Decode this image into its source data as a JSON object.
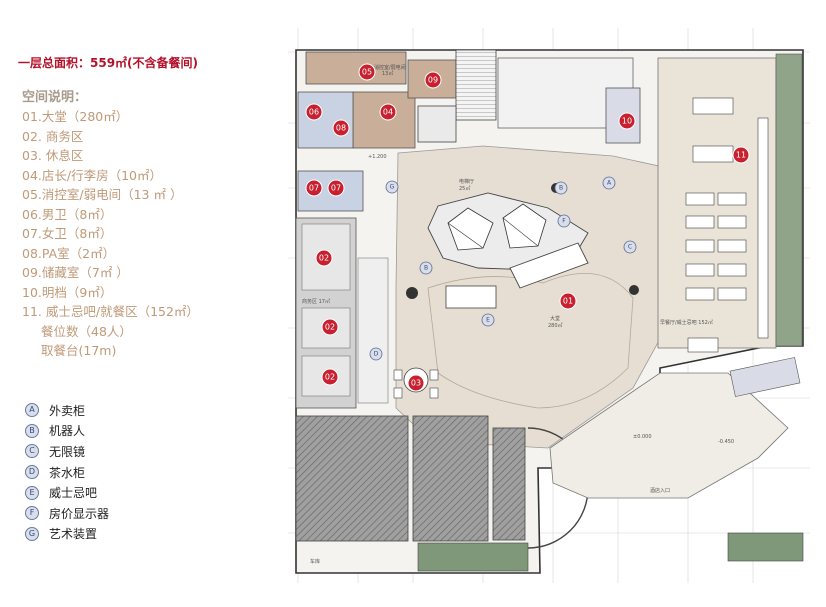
{
  "title": "一层总面积：559㎡(不含备餐间)",
  "legend_heading": "空间说明：",
  "spaces": [
    {
      "text": "01.大堂（280㎡）"
    },
    {
      "text": "02. 商务区"
    },
    {
      "text": "03. 休息区"
    },
    {
      "text": "04.店长/行李房（10㎡）"
    },
    {
      "text": "05.消控室/弱电间（13 ㎡ ）"
    },
    {
      "text": "06.男卫（8㎡）"
    },
    {
      "text": "07.女卫（8㎡）"
    },
    {
      "text": "08.PA室（2㎡）"
    },
    {
      "text": "09.储藏室（7㎡ ）"
    },
    {
      "text": "10.明档（9㎡）"
    },
    {
      "text": "11. 威士忌吧/就餐区（152㎡）"
    },
    {
      "text": "餐位数（48人）"
    },
    {
      "text": "取餐台(17m)"
    }
  ],
  "icon_legend": [
    {
      "letter": "A",
      "label": "外卖柜"
    },
    {
      "letter": "B",
      "label": "机器人"
    },
    {
      "letter": "C",
      "label": "无限镜"
    },
    {
      "letter": "D",
      "label": "茶水柜"
    },
    {
      "letter": "E",
      "label": "威士忌吧"
    },
    {
      "letter": "F",
      "label": "房价显示器"
    },
    {
      "letter": "G",
      "label": "艺术装置"
    }
  ],
  "plan": {
    "room_labels": {
      "elevator_hall": "电梯厅",
      "elevator_hall_area": "25㎡",
      "lobby": "大堂",
      "lobby_area": "280㎡",
      "dining": "早餐厅/威士忌吧 152㎡",
      "control_room": "消控室/弱电间",
      "control_room_area": "13㎡",
      "business": "商务区 17㎡",
      "entrance": "酒店入口",
      "parking": "车库",
      "level_1": "±0.000",
      "level_2": "+1.200",
      "level_3": "-0.450"
    },
    "markers": [
      {
        "label": "01"
      },
      {
        "label": "02"
      },
      {
        "label": "02"
      },
      {
        "label": "02"
      },
      {
        "label": "03"
      },
      {
        "label": "04"
      },
      {
        "label": "05"
      },
      {
        "label": "06"
      },
      {
        "label": "07"
      },
      {
        "label": "07"
      },
      {
        "label": "08"
      },
      {
        "label": "09"
      },
      {
        "label": "10"
      },
      {
        "label": "11"
      }
    ],
    "icon_markers": [
      {
        "letter": "A"
      },
      {
        "letter": "B"
      },
      {
        "letter": "B"
      },
      {
        "letter": "C"
      },
      {
        "letter": "D"
      },
      {
        "letter": "E"
      },
      {
        "letter": "F"
      },
      {
        "letter": "G"
      }
    ]
  },
  "colors": {
    "title": "#b3122a",
    "list_text": "#c09a78",
    "marker_red": "#c8202f",
    "icon_fill": "#d8deeb",
    "floor_beige": "#e6ded2",
    "hatch_grey": "#8c8c8c",
    "room_tan": "#c9ae9a",
    "room_blue": "#c9d2e3",
    "room_grey": "#cfcfcf",
    "green": "#8fa488"
  }
}
